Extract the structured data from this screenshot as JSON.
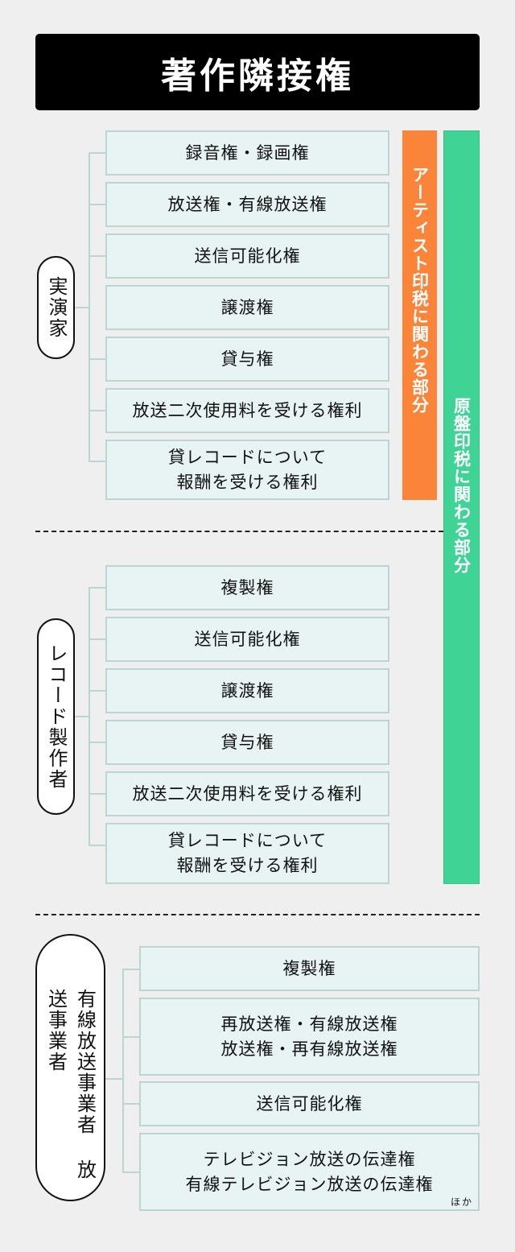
{
  "title": "著作隣接権",
  "colors": {
    "background": "#efefef",
    "title_bg": "#000000",
    "box_bg": "#e8f3f4",
    "box_border": "#b9d6d3",
    "artist_bar": "#fb843b",
    "master_bar": "#3fd495"
  },
  "bars": {
    "artist": "アーティスト印税に関わる部分",
    "master": "原盤印税に関わる部分"
  },
  "sections": [
    {
      "holder": "実演家",
      "rights": [
        "録音権・録画権",
        "放送権・有線放送権",
        "送信可能化権",
        "譲渡権",
        "貸与権",
        "放送二次使用料を受ける権利",
        "貸レコードについて\n報酬を受ける権利"
      ]
    },
    {
      "holder": "レコード製作者",
      "rights": [
        "複製権",
        "送信可能化権",
        "譲渡権",
        "貸与権",
        "放送二次使用料を受ける権利",
        "貸レコードについて\n報酬を受ける権利"
      ]
    },
    {
      "holder": "有線放送事業者 放送事業者",
      "holder_columns": [
        "有線放送事業者",
        "放送事業者"
      ],
      "rights": [
        "複製権",
        "再放送権・有線放送権\n放送権・再有線放送権",
        "送信可能化権",
        "テレビジョン放送の伝達権\n有線テレビジョン放送の伝達権"
      ],
      "note": "ほか"
    }
  ]
}
